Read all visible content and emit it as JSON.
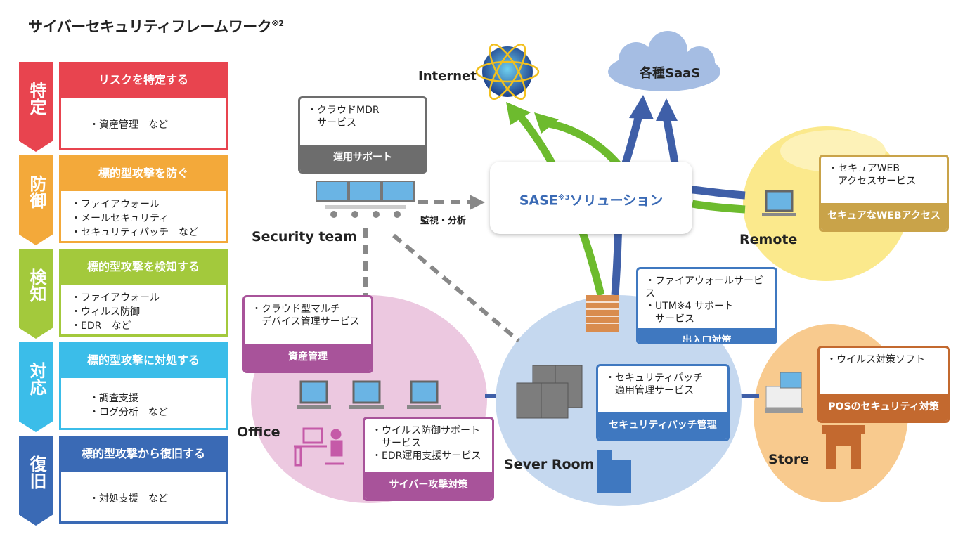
{
  "title": {
    "text": "サイバーセキュリティフレームワーク",
    "note": "※2"
  },
  "framework": [
    {
      "tab": "特定",
      "heading": "リスクを特定する",
      "items": [
        "・資産管理　など"
      ],
      "color": "#e8444f"
    },
    {
      "tab": "防御",
      "heading": "標的型攻撃を防ぐ",
      "items": [
        "・ファイアウォール",
        "・メールセキュリティ",
        "・セキュリティパッチ　など"
      ],
      "color": "#f3a93a"
    },
    {
      "tab": "検知",
      "heading": "標的型攻撃を検知する",
      "items": [
        "・ファイアウォール",
        "・ウィルス防御",
        "・EDR　など"
      ],
      "color": "#a3c93c"
    },
    {
      "tab": "対応",
      "heading": "標的型攻撃に対処する",
      "items": [
        "・調査支援",
        "・ログ分析　など"
      ],
      "color": "#3bbde9"
    },
    {
      "tab": "復旧",
      "heading": "標的型攻撃から復旧する",
      "items": [
        "・対処支援　など"
      ],
      "color": "#3a6ab5"
    }
  ],
  "diagram": {
    "internet": "Internet",
    "saas": "各種SaaS",
    "sase": {
      "text": "SASE",
      "note": "※3",
      "suffix": "ソリューション"
    },
    "monitor_label": "監視・分析",
    "security_team": "Security team",
    "remote": "Remote",
    "office": "Office",
    "server_room": "Sever Room",
    "store": "Store",
    "cards": {
      "mdr": {
        "lines": [
          "・クラウドMDR",
          "　サービス"
        ],
        "footer": "運用サポート",
        "color": "#6d6d6d"
      },
      "web": {
        "lines": [
          "・セキュアWEB",
          "　アクセスサービス"
        ],
        "footer": "セキュアなWEBアクセス",
        "color": "#c9a349"
      },
      "asset": {
        "lines": [
          "・クラウド型マルチ",
          "　デバイス管理サービス"
        ],
        "footer": "資産管理",
        "color": "#a8539a"
      },
      "cyber": {
        "lines": [
          "・ウイルス防御サポート",
          "　サービス",
          "・EDR運用支援サービス"
        ],
        "footer": "サイバー攻撃対策",
        "color": "#a8539a"
      },
      "gateway": {
        "lines": [
          "・ファイアウォールサービス",
          "・UTM※4 サポート",
          "　サービス"
        ],
        "footer": "出入口対策",
        "color": "#3f78c0"
      },
      "patch": {
        "lines": [
          "・セキュリティパッチ",
          "　適用管理サービス"
        ],
        "footer": "セキュリティパッチ管理",
        "color": "#3f78c0"
      },
      "pos": {
        "lines": [
          "・ウイルス対策ソフト"
        ],
        "footer": "POSのセキュリティ対策",
        "color": "#c3692f"
      }
    }
  }
}
